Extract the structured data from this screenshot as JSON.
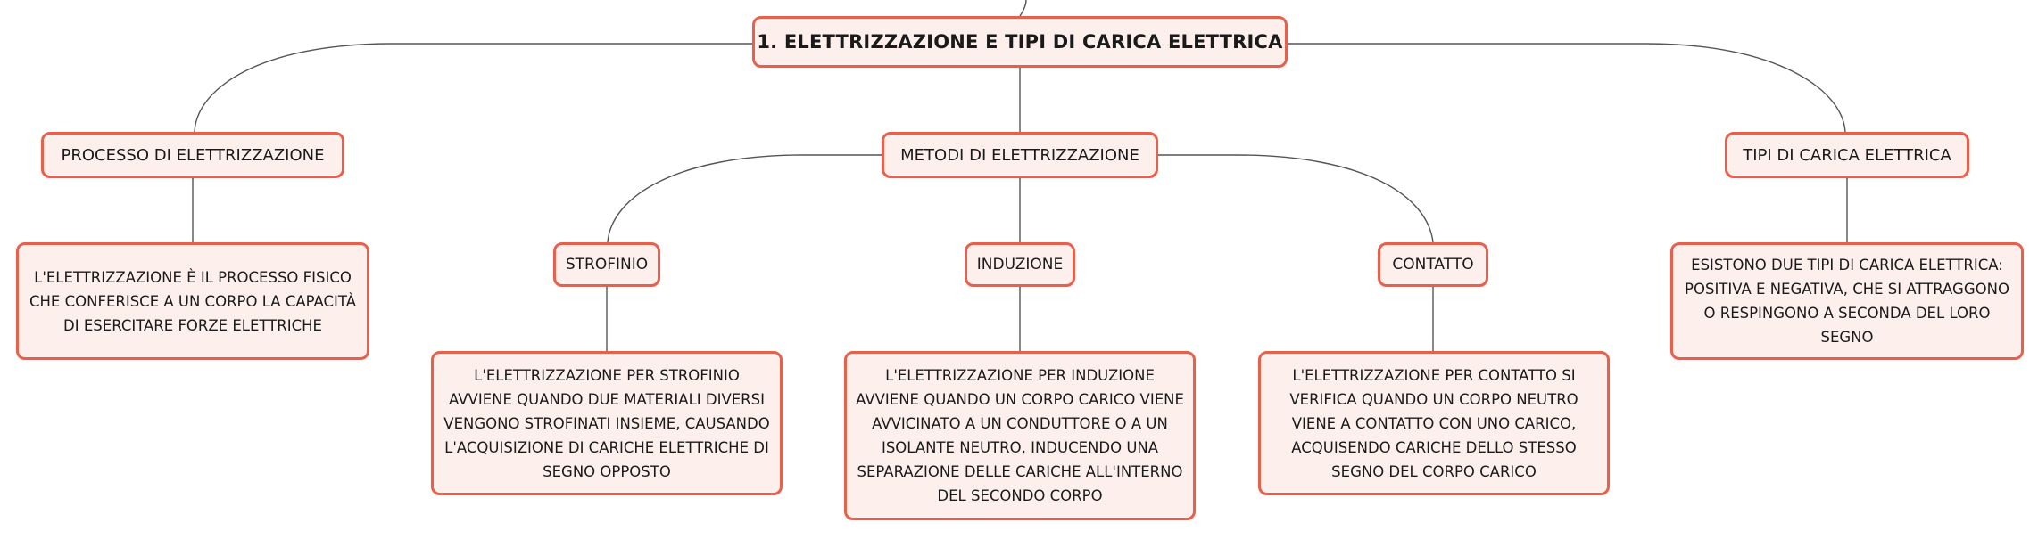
{
  "root": {
    "label": "1. ELETTRIZZAZIONE E TIPI DI CARICA ELETTRICA"
  },
  "branches": {
    "processo": {
      "label": "PROCESSO DI ELETTRIZZAZIONE",
      "description": "L'ELETTRIZZAZIONE È IL PROCESSO FISICO CHE CONFERISCE A UN CORPO LA CAPACITÀ DI ESERCITARE FORZE ELETTRICHE"
    },
    "metodi": {
      "label": "METODI DI ELETTRIZZAZIONE",
      "children": {
        "strofinio": {
          "label": "STROFINIO",
          "description": "L'ELETTRIZZAZIONE PER STROFINIO AVVIENE QUANDO DUE MATERIALI DIVERSI VENGONO STROFINATI INSIEME, CAUSANDO L'ACQUISIZIONE DI CARICHE ELETTRICHE DI SEGNO OPPOSTO"
        },
        "induzione": {
          "label": "INDUZIONE",
          "description": "L'ELETTRIZZAZIONE PER INDUZIONE AVVIENE QUANDO UN CORPO CARICO VIENE AVVICINATO A UN CONDUTTORE O A UN ISOLANTE NEUTRO, INDUCENDO UNA SEPARAZIONE DELLE CARICHE ALL'INTERNO DEL SECONDO CORPO"
        },
        "contatto": {
          "label": "CONTATTO",
          "description": "L'ELETTRIZZAZIONE PER CONTATTO SI VERIFICA QUANDO UN CORPO NEUTRO VIENE A CONTATTO CON UNO CARICO, ACQUISENDO CARICHE DELLO STESSO SEGNO DEL CORPO CARICO"
        }
      }
    },
    "tipi": {
      "label": "TIPI DI CARICA ELETTRICA",
      "description": "ESISTONO DUE TIPI DI CARICA ELETTRICA: POSITIVA E NEGATIVA, CHE SI ATTRAGGONO O RESPINGONO A SECONDA DEL LORO SEGNO"
    }
  },
  "colors": {
    "node_border": "#e8604c",
    "node_fill": "#fdf0ec",
    "connector": "#555555"
  }
}
